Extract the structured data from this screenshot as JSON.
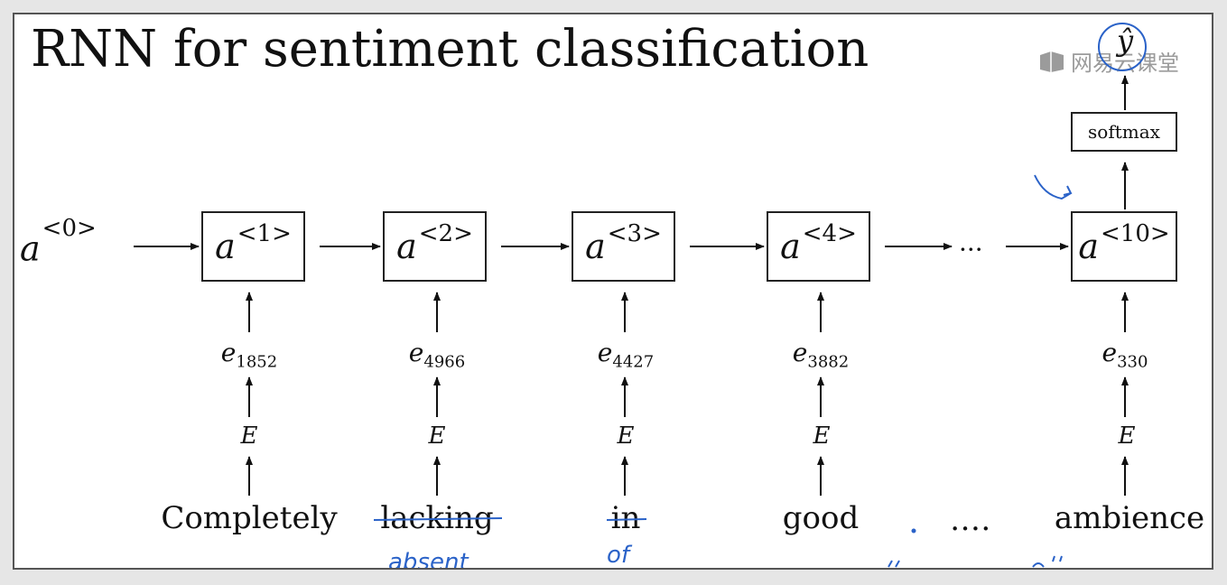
{
  "title": "RNN for sentiment classification",
  "initial_state": {
    "base": "a",
    "sup": "<0>"
  },
  "cells": [
    {
      "base": "a",
      "sup": "<1>"
    },
    {
      "base": "a",
      "sup": "<2>"
    },
    {
      "base": "a",
      "sup": "<3>"
    },
    {
      "base": "a",
      "sup": "<4>"
    },
    {
      "base": "a",
      "sup": "<10>"
    }
  ],
  "ellipsis_between_cells": "···",
  "embeddings": [
    {
      "base": "e",
      "sub": "1852"
    },
    {
      "base": "e",
      "sub": "4966"
    },
    {
      "base": "e",
      "sub": "4427"
    },
    {
      "base": "e",
      "sub": "3882"
    },
    {
      "base": "e",
      "sub": "330"
    }
  ],
  "embedding_matrix": "E",
  "words": [
    "Completely",
    "lacking",
    "in",
    "good",
    "ambience"
  ],
  "words_ellipsis": "․․․․",
  "softmax_label": "softmax",
  "output_label": "ŷ",
  "watermark": "网易云课堂",
  "handwriting": {
    "lacking_replacement": "absent",
    "in_replacement": "of"
  },
  "colors": {
    "ink": "#111111",
    "pen": "#2a62c8",
    "watermark": "#8a8a8a"
  }
}
